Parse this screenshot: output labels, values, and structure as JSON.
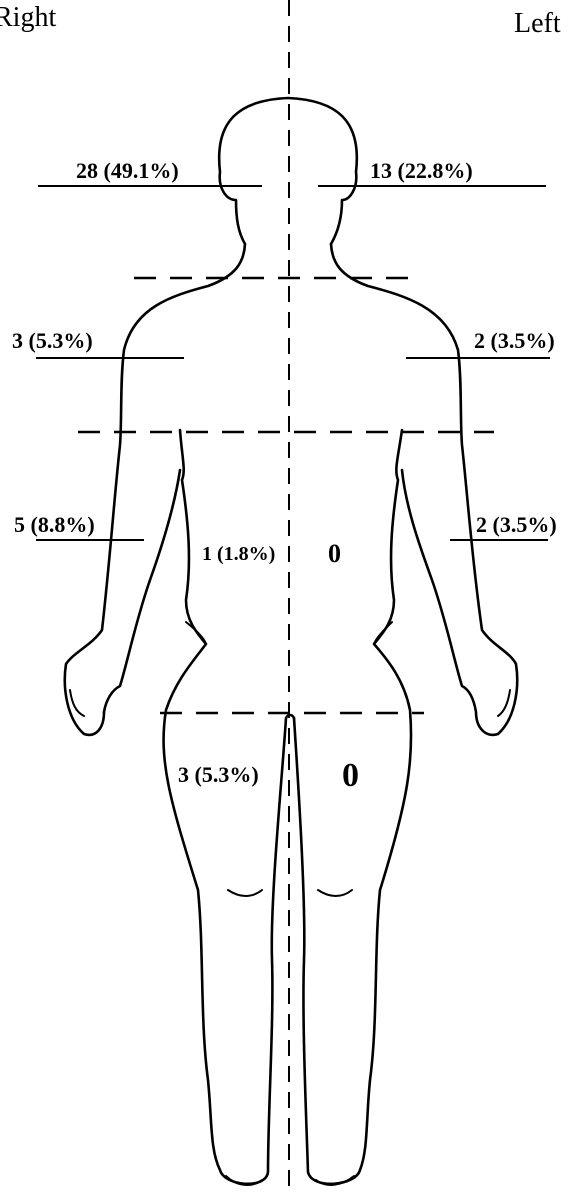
{
  "sides": {
    "right": "Right",
    "left": "Left"
  },
  "regions": {
    "head_right": "28 (49.1%)",
    "head_left": "13 (22.8%)",
    "upper_arm_right": "3 (5.3%)",
    "upper_arm_left": "2 (3.5%)",
    "forearm_right": "5 (8.8%)",
    "forearm_left": "2 (3.5%)",
    "trunk_right": "1 (1.8%)",
    "trunk_left": "0",
    "leg_right": "3 (5.3%)",
    "leg_left": "0"
  }
}
